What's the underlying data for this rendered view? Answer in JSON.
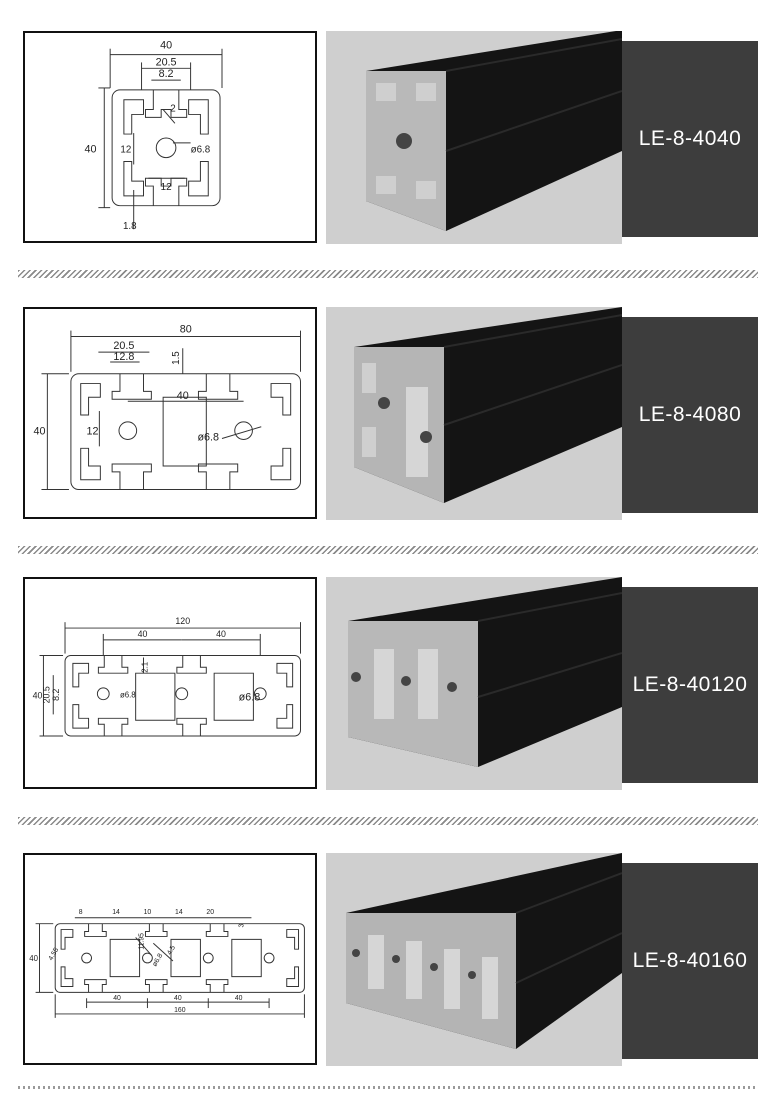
{
  "colors": {
    "label_bg": "#3d3d3d",
    "label_text": "#ffffff",
    "photo_bg": "#cfcfcf",
    "profile": "#141414"
  },
  "products": [
    {
      "model": "LE-8-4040",
      "dims": {
        "width": "40",
        "slot_outer": "20.5",
        "slot_inner": "8.2",
        "height": "40",
        "center_a": "12",
        "center_b": "12",
        "hole": "ø6.8",
        "wall": "1.8",
        "lip": "2"
      }
    },
    {
      "model": "LE-8-4080",
      "dims": {
        "width": "80",
        "slot_outer": "20.5",
        "slot_inner": "12.8",
        "wall": "1.5",
        "pitch": "40",
        "height": "40",
        "center": "12",
        "hole": "ø6.8"
      }
    },
    {
      "model": "LE-8-40120",
      "dims": {
        "width": "120",
        "pitch_a": "40",
        "pitch_b": "40",
        "height": "40",
        "slot_outer": "20.5",
        "slot_inner": "8.2",
        "depth": "2.1",
        "hole_small": "ø6.8",
        "hole": "ø6.8"
      }
    },
    {
      "model": "LE-8-40160",
      "dims": {
        "top_a": "8",
        "top_b": "14",
        "top_c": "10",
        "top_d": "14",
        "top_e": "20",
        "depth": "3",
        "height": "40",
        "side": "4.55",
        "mid_a": "11.95",
        "mid_b": "4.5",
        "mid_c": "ø6.8",
        "pitch_a": "40",
        "pitch_b": "40",
        "pitch_c": "40",
        "width": "160"
      }
    }
  ]
}
